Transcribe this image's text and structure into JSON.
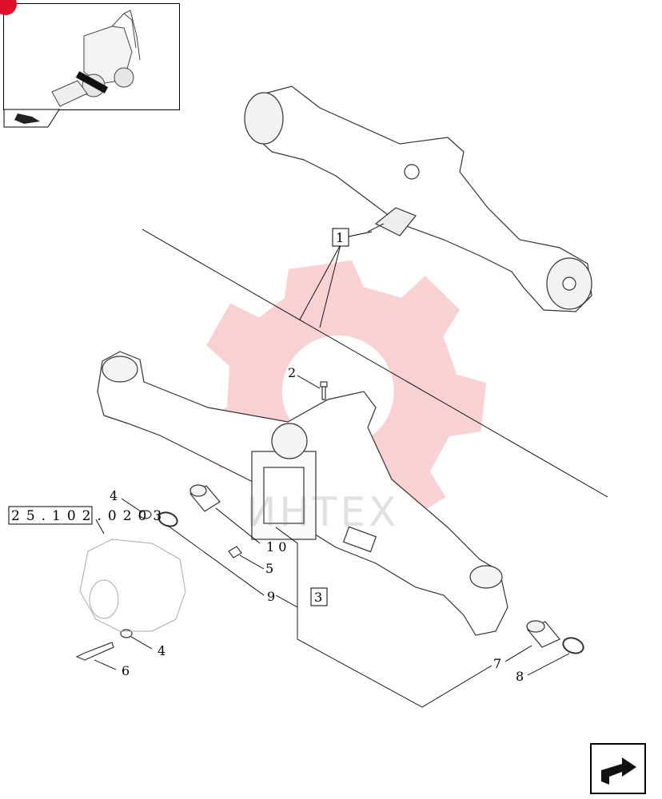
{
  "watermark": {
    "text": "ИНТЕХ",
    "color": "#e8323c"
  },
  "reference_box": {
    "text": "25.102.0203"
  },
  "callouts": {
    "c1": "1",
    "c2": "2",
    "c3": "3",
    "c4a": "4",
    "c4b": "4",
    "c5": "5",
    "c6": "6",
    "c7": "7",
    "c8": "8",
    "c9": "9",
    "c10": "1 0"
  },
  "icons": {
    "thumbnail": "backhoe-loader-icon",
    "tab": "arrow-tab-icon",
    "nav": "next-page-icon"
  }
}
